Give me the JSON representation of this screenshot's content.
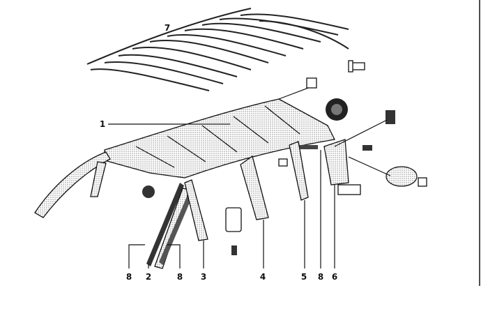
{
  "diagram": {
    "title": "Soft top exploded parts diagram",
    "callouts": {
      "bows": "7",
      "roof_cover": "1",
      "seal_left_a": "8",
      "strip": "2",
      "seal_left_b": "8",
      "rear_panel_left": "3",
      "side_panel": "4",
      "rear_panel_right": "5",
      "seal_right": "8",
      "rear_panel_back": "6"
    }
  }
}
